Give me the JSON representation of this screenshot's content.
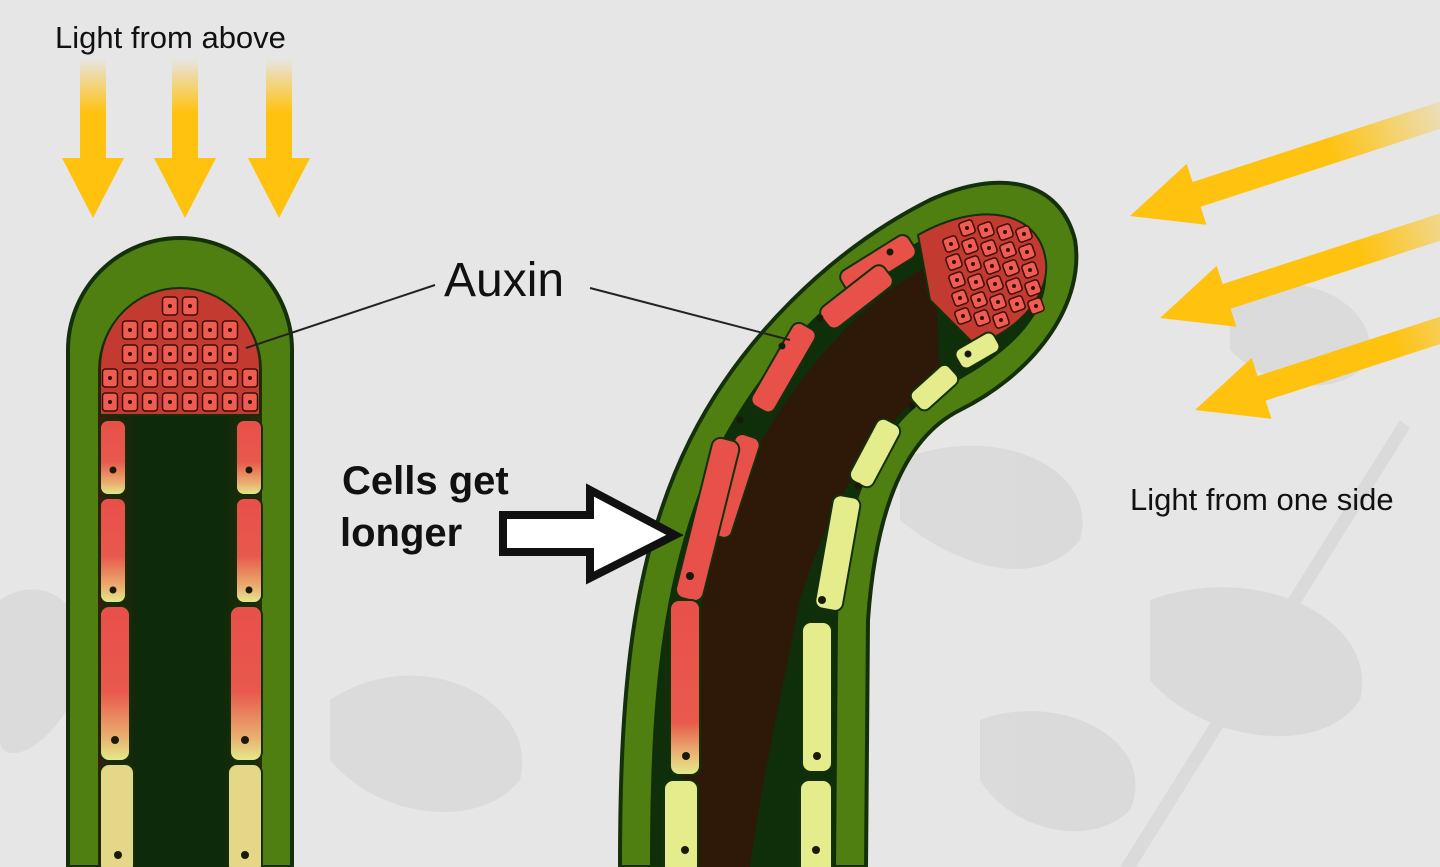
{
  "labels": {
    "light_from_above": "Light from above",
    "light_from_one_side": "Light from one side",
    "auxin": "Auxin",
    "cells_get_longer_line1": "Cells get",
    "cells_get_longer_line2": "longer"
  },
  "colors": {
    "background": "#e6e6e6",
    "light_arrow": "#ffc20e",
    "stem_outer": "#4f7f10",
    "stem_core": "#0f2e0a",
    "outline": "#14300a",
    "auxin_cell": "#e8504a",
    "plain_cell": "#e4ec8c",
    "pointer_arrow": "#111111"
  },
  "icons": {
    "light_arrow": "arrow-icon",
    "pointer_arrow": "hollow-arrow-icon"
  }
}
